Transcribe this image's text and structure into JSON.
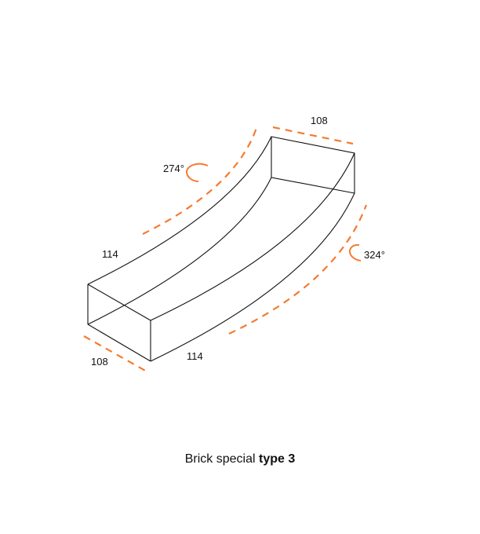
{
  "diagram": {
    "dimensions": {
      "top_width": "108",
      "bottom_width": "108",
      "inner_length": "114",
      "outer_length": "114",
      "inner_angle": "274°",
      "outer_angle": "324°"
    },
    "caption": {
      "normal": "Brick special",
      "bold": "type 3"
    },
    "colors": {
      "accent": "#f47b30",
      "line": "#111111"
    }
  }
}
